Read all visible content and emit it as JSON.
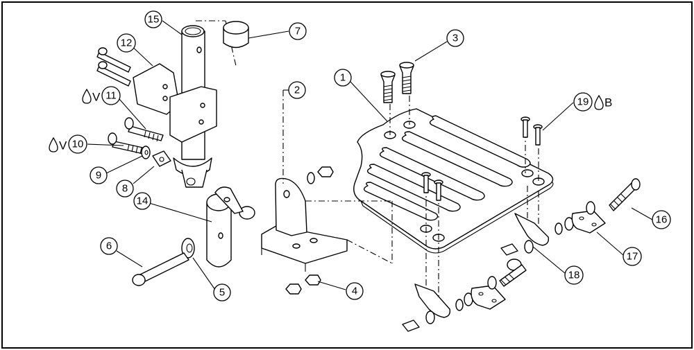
{
  "callouts": [
    {
      "id": "c1",
      "label": "1"
    },
    {
      "id": "c2",
      "label": "2"
    },
    {
      "id": "c3",
      "label": "3"
    },
    {
      "id": "c4",
      "label": "4"
    },
    {
      "id": "c5",
      "label": "5"
    },
    {
      "id": "c6",
      "label": "6"
    },
    {
      "id": "c7",
      "label": "7"
    },
    {
      "id": "c8",
      "label": "8"
    },
    {
      "id": "c9",
      "label": "9"
    },
    {
      "id": "c10",
      "label": "10"
    },
    {
      "id": "c11",
      "label": "11"
    },
    {
      "id": "c12",
      "label": "12"
    },
    {
      "id": "c14",
      "label": "14"
    },
    {
      "id": "c15",
      "label": "15"
    },
    {
      "id": "c16",
      "label": "16"
    },
    {
      "id": "c17",
      "label": "17"
    },
    {
      "id": "c18",
      "label": "18"
    },
    {
      "id": "c19",
      "label": "19"
    }
  ],
  "symbols": {
    "threadlock_v": "V",
    "threadlock_b": "B"
  }
}
